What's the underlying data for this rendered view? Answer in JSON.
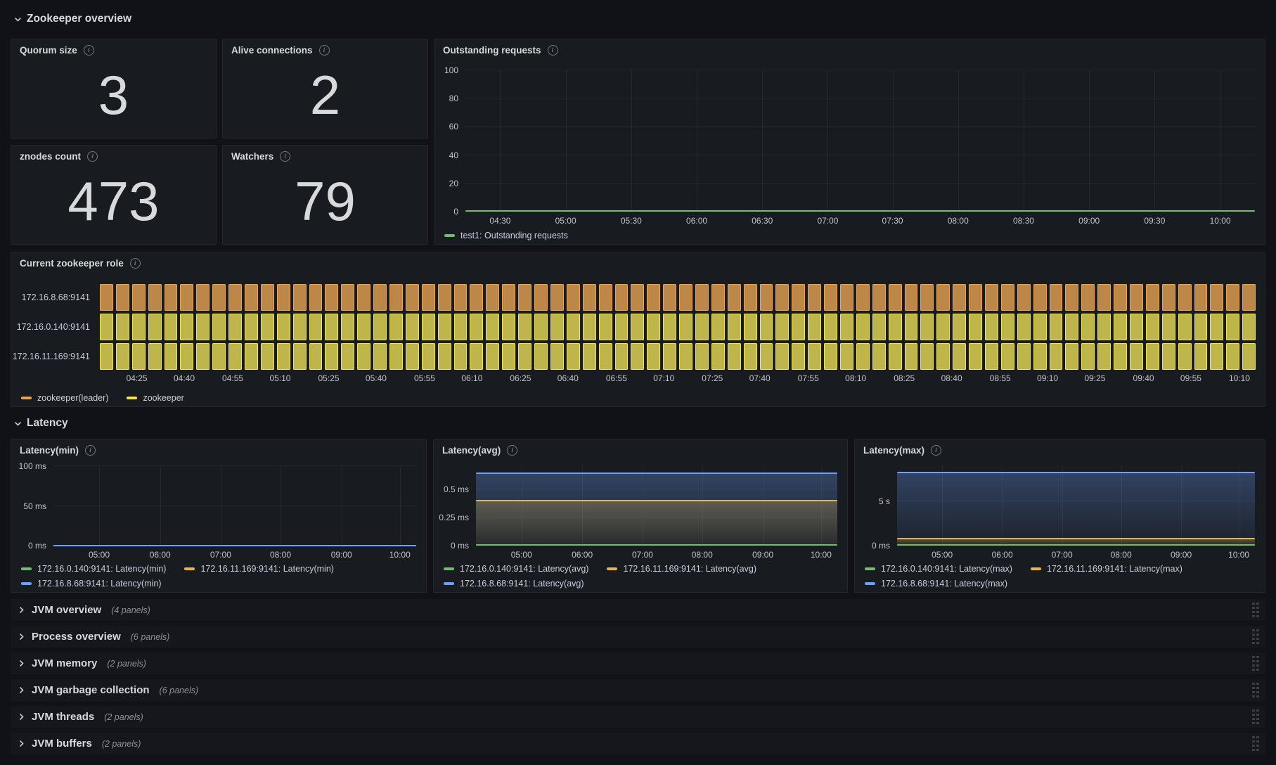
{
  "sections": {
    "overview": {
      "title": "Zookeeper overview"
    },
    "latency": {
      "title": "Latency"
    }
  },
  "stats": [
    {
      "title": "Quorum size",
      "value": "3"
    },
    {
      "title": "Alive connections",
      "value": "2"
    },
    {
      "title": "znodes count",
      "value": "473"
    },
    {
      "title": "Watchers",
      "value": "79"
    }
  ],
  "colors": {
    "green": "#73BF69",
    "yellow": "#EAB839",
    "blue": "#6E9FFF",
    "leader_orange_border": "#EBA550",
    "leader_orange_fill": "#BD8748",
    "zk_yellow_border": "#F2E64E",
    "zk_yellow_fill": "#BFB64B",
    "panel_bg": "#181B1F",
    "page_bg": "#111217"
  },
  "chart_data": [
    {
      "id": "outstanding-requests",
      "type": "line",
      "title": "Outstanding requests",
      "ylim": [
        0,
        100
      ],
      "grid": true,
      "legend_position": "bottom",
      "y_ticks": [
        {
          "v": 100,
          "label": "100"
        },
        {
          "v": 80,
          "label": "80"
        },
        {
          "v": 60,
          "label": "60"
        },
        {
          "v": 40,
          "label": "40"
        },
        {
          "v": 20,
          "label": "20"
        },
        {
          "v": 0,
          "label": "0"
        }
      ],
      "x_ticks": [
        "04:30",
        "05:00",
        "05:30",
        "06:00",
        "06:30",
        "07:00",
        "07:30",
        "08:00",
        "08:30",
        "09:00",
        "09:30",
        "10:00"
      ],
      "x_tick_fracs": [
        0.044,
        0.127,
        0.21,
        0.293,
        0.376,
        0.459,
        0.541,
        0.624,
        0.707,
        0.79,
        0.873,
        0.956
      ],
      "series": [
        {
          "name": "test1: Outstanding requests",
          "color": "#73BF69",
          "y": 0.4,
          "value_desc": "constant 0",
          "fill": false
        }
      ],
      "legend_rows": [
        [
          {
            "label": "test1: Outstanding requests",
            "color": "#73BF69"
          }
        ]
      ]
    },
    {
      "id": "current-zookeeper-role",
      "type": "state-timeline",
      "title": "Current zookeeper role",
      "block_count": 72,
      "rows": [
        {
          "label": "172.16.8.68:9141",
          "state": "zookeeper(leader)",
          "fill": "#BD8748",
          "border": "#EBA550"
        },
        {
          "label": "172.16.0.140:9141",
          "state": "zookeeper",
          "fill": "#BFB64B",
          "border": "#F2E64E"
        },
        {
          "label": "172.16.11.169:9141",
          "state": "zookeeper",
          "fill": "#BFB64B",
          "border": "#F2E64E"
        }
      ],
      "x_ticks": [
        "04:25",
        "04:40",
        "04:55",
        "05:10",
        "05:25",
        "05:40",
        "05:55",
        "06:10",
        "06:25",
        "06:40",
        "06:55",
        "07:10",
        "07:25",
        "07:40",
        "07:55",
        "08:10",
        "08:25",
        "08:40",
        "08:55",
        "09:10",
        "09:25",
        "09:40",
        "09:55",
        "10:10"
      ],
      "x_tick_fracs": [
        0.032,
        0.073,
        0.115,
        0.156,
        0.198,
        0.239,
        0.281,
        0.322,
        0.364,
        0.405,
        0.447,
        0.488,
        0.53,
        0.571,
        0.613,
        0.654,
        0.696,
        0.737,
        0.779,
        0.82,
        0.861,
        0.903,
        0.944,
        0.986
      ],
      "legend_rows": [
        [
          {
            "label": "zookeeper(leader)",
            "color": "#EBA550"
          },
          {
            "label": "zookeeper",
            "color": "#F2E64E"
          }
        ]
      ]
    },
    {
      "id": "latency-min",
      "type": "line",
      "title": "Latency(min)",
      "unit": "ms",
      "ylim": [
        0,
        100
      ],
      "grid": true,
      "legend_position": "bottom",
      "y_ticks": [
        {
          "v": 100,
          "label": "100 ms"
        },
        {
          "v": 50,
          "label": "50 ms"
        },
        {
          "v": 0,
          "label": "0 ms"
        }
      ],
      "x_ticks": [
        "05:00",
        "06:00",
        "07:00",
        "08:00",
        "09:00",
        "10:00"
      ],
      "x_tick_fracs": [
        0.126,
        0.294,
        0.461,
        0.626,
        0.794,
        0.955
      ],
      "series": [
        {
          "name": "172.16.0.140:9141: Latency(min)",
          "color": "#73BF69",
          "y": 0.4,
          "value_desc": "constant 0 ms",
          "fill": false
        },
        {
          "name": "172.16.11.169:9141: Latency(min)",
          "color": "#EAB839",
          "y": 0.4,
          "value_desc": "constant 0 ms",
          "fill": false
        },
        {
          "name": "172.16.8.68:9141: Latency(min)",
          "color": "#6E9FFF",
          "y": 0.4,
          "value_desc": "constant 0 ms",
          "fill": false
        }
      ],
      "legend_rows": [
        [
          {
            "label": "172.16.0.140:9141: Latency(min)",
            "color": "#73BF69"
          },
          {
            "label": "172.16.11.169:9141: Latency(min)",
            "color": "#EAB839"
          }
        ],
        [
          {
            "label": "172.16.8.68:9141: Latency(min)",
            "color": "#6E9FFF"
          }
        ]
      ]
    },
    {
      "id": "latency-avg",
      "type": "line",
      "title": "Latency(avg)",
      "unit": "ms",
      "ylim": [
        0,
        0.71
      ],
      "grid": true,
      "legend_position": "bottom",
      "y_ticks": [
        {
          "v": 0.5,
          "label": "0.5 ms"
        },
        {
          "v": 0.25,
          "label": "0.25 ms"
        },
        {
          "v": 0,
          "label": "0 ms"
        }
      ],
      "x_ticks": [
        "05:00",
        "06:00",
        "07:00",
        "08:00",
        "09:00",
        "10:00"
      ],
      "x_tick_fracs": [
        0.126,
        0.294,
        0.461,
        0.626,
        0.794,
        0.955
      ],
      "series": [
        {
          "name": "172.16.0.140:9141: Latency(avg)",
          "color": "#73BF69",
          "y": 0.004,
          "value_desc": "constant ~0 ms",
          "fill": false
        },
        {
          "name": "172.16.11.169:9141: Latency(avg)",
          "color": "#EAB839",
          "y": 0.4,
          "value_desc": "constant ~0.4 ms",
          "fill": true
        },
        {
          "name": "172.16.8.68:9141: Latency(avg)",
          "color": "#6E9FFF",
          "y": 0.645,
          "value_desc": "constant ~0.65 ms",
          "fill": true
        }
      ],
      "legend_rows": [
        [
          {
            "label": "172.16.0.140:9141: Latency(avg)",
            "color": "#73BF69"
          },
          {
            "label": "172.16.11.169:9141: Latency(avg)",
            "color": "#EAB839"
          }
        ],
        [
          {
            "label": "172.16.8.68:9141: Latency(avg)",
            "color": "#6E9FFF"
          }
        ]
      ]
    },
    {
      "id": "latency-max",
      "type": "line",
      "title": "Latency(max)",
      "unit": "s",
      "ylim": [
        0,
        8.9
      ],
      "grid": true,
      "legend_position": "bottom",
      "y_ticks": [
        {
          "v": 5,
          "label": "5 s"
        },
        {
          "v": 0,
          "label": "0 ms"
        }
      ],
      "x_ticks": [
        "05:00",
        "06:00",
        "07:00",
        "08:00",
        "09:00",
        "10:00"
      ],
      "x_tick_fracs": [
        0.126,
        0.294,
        0.461,
        0.626,
        0.794,
        0.955
      ],
      "series": [
        {
          "name": "172.16.0.140:9141: Latency(max)",
          "color": "#73BF69",
          "y": 0.08,
          "value_desc": "constant ~0 s",
          "fill": false
        },
        {
          "name": "172.16.11.169:9141: Latency(max)",
          "color": "#EAB839",
          "y": 0.75,
          "value_desc": "constant ~0.75 s",
          "fill": true
        },
        {
          "name": "172.16.8.68:9141: Latency(max)",
          "color": "#6E9FFF",
          "y": 8.2,
          "value_desc": "constant ~8.2 s",
          "fill": true
        }
      ],
      "legend_rows": [
        [
          {
            "label": "172.16.0.140:9141: Latency(max)",
            "color": "#73BF69"
          },
          {
            "label": "172.16.11.169:9141: Latency(max)",
            "color": "#EAB839"
          }
        ],
        [
          {
            "label": "172.16.8.68:9141: Latency(max)",
            "color": "#6E9FFF"
          }
        ]
      ]
    }
  ],
  "collapsed_rows": [
    {
      "title": "JVM overview",
      "count": "(4 panels)"
    },
    {
      "title": "Process overview",
      "count": "(6 panels)"
    },
    {
      "title": "JVM memory",
      "count": "(2 panels)"
    },
    {
      "title": "JVM garbage collection",
      "count": "(6 panels)"
    },
    {
      "title": "JVM threads",
      "count": "(2 panels)"
    },
    {
      "title": "JVM buffers",
      "count": "(2 panels)"
    }
  ]
}
